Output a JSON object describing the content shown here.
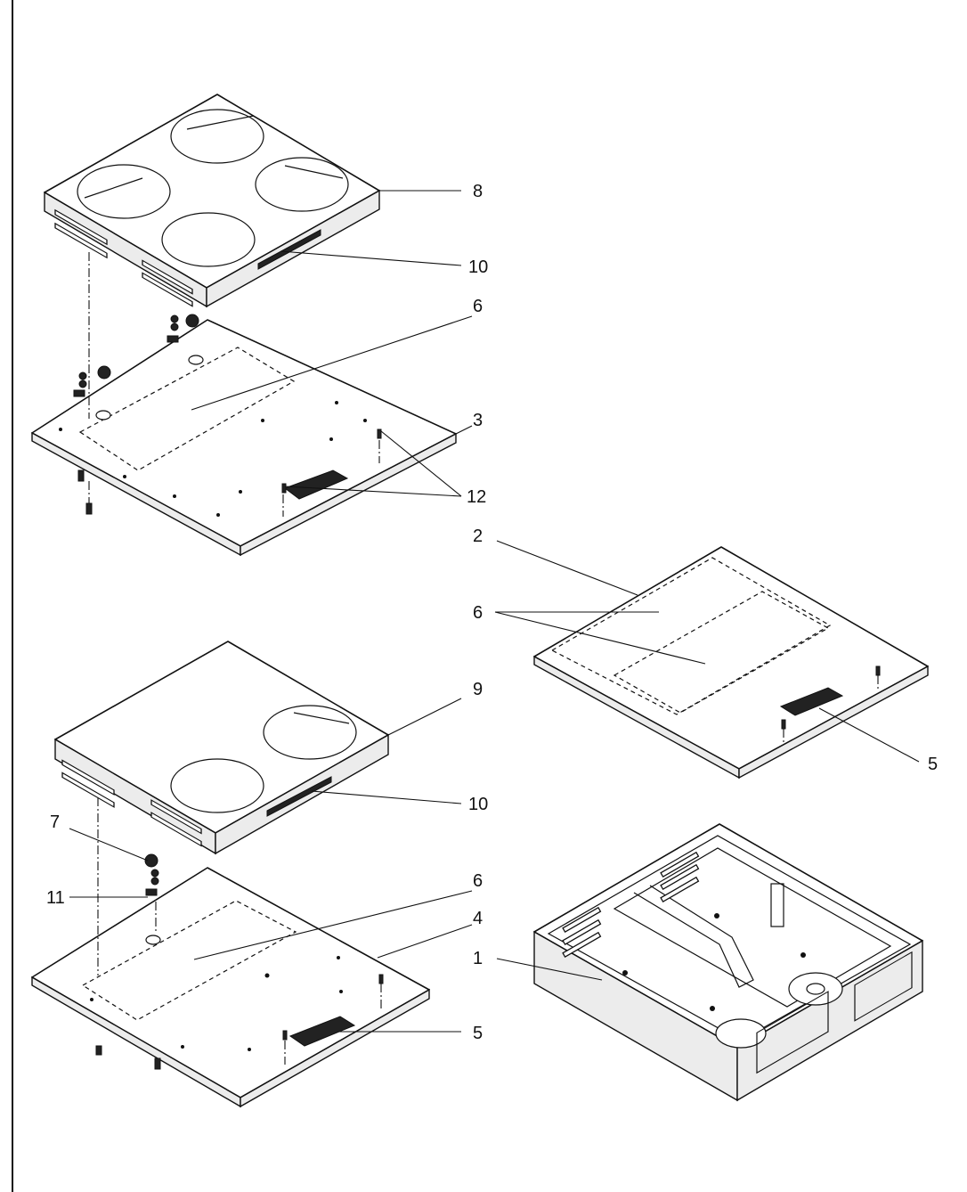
{
  "callouts": {
    "c1": "1",
    "c2": "2",
    "c3": "3",
    "c4": "4",
    "c5a": "5",
    "c5b": "5",
    "c6a": "6",
    "c6b": "6",
    "c6c": "6",
    "c7": "7",
    "c8": "8",
    "c9": "9",
    "c10a": "10",
    "c10b": "10",
    "c11": "11",
    "c12": "12"
  }
}
